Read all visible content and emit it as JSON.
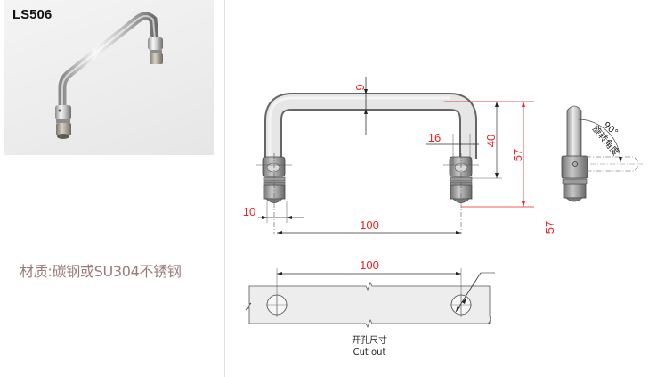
{
  "product": {
    "model": "LS506",
    "material_label": "材质:碳钢或SU304不锈钢"
  },
  "front_view": {
    "dimensions": {
      "tube_diameter": "9",
      "collar_width": "16",
      "inner_height": "40",
      "overall_height": "57",
      "base_width": "10",
      "center_distance": "100"
    }
  },
  "side_view": {
    "rotation_angle": "90°",
    "rotation_label": "旋转角度",
    "height_label": "57"
  },
  "cutout_view": {
    "center_distance": "100",
    "caption_cn": "开孔尺寸",
    "caption_en": "Cut out"
  },
  "colors": {
    "dimension_red": "#ee2222",
    "material_text": "#9a7b7b",
    "line_gray": "#555555"
  }
}
